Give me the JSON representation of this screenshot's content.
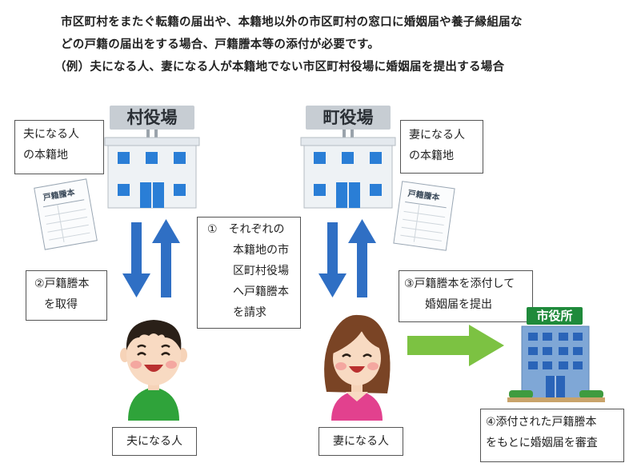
{
  "header": {
    "line1": "市区町村をまたぐ転籍の届出や、本籍地以外の市区町村の窓口に婚姻届や養子縁組届な",
    "line2": "どの戸籍の届出をする場合、戸籍謄本等の添付が必要です。",
    "line3": "（例）夫になる人、妻になる人が本籍地でない市区町村役場に婚姻届を提出する場合"
  },
  "village_office": {
    "sign": "村役場"
  },
  "town_office": {
    "sign": "町役場"
  },
  "city_office": {
    "sign": "市役所"
  },
  "husband_domicile": {
    "line1": "夫になる人",
    "line2": "の本籍地"
  },
  "wife_domicile": {
    "line1": "妻になる人",
    "line2": "の本籍地"
  },
  "step1": {
    "lines": [
      "①　それぞれの",
      "本籍地の市",
      "区町村役場",
      "へ戸籍謄本",
      "を請求"
    ]
  },
  "step2": {
    "line1": "②戸籍謄本",
    "line2": "を取得"
  },
  "step3": {
    "line1": "③戸籍謄本を添付して",
    "line2": "婚姻届を提出"
  },
  "step4": {
    "line1": "④添付された戸籍謄本",
    "line2": "をもとに婚姻届を審査"
  },
  "document": {
    "title": "戸籍謄本"
  },
  "husband": {
    "label": "夫になる人"
  },
  "wife": {
    "label": "妻になる人"
  },
  "colors": {
    "arrow_blue": "#2f6fc4",
    "arrow_green": "#7cc242",
    "husband_shirt": "#2fa33a",
    "wife_shirt": "#e2418e",
    "building_window": "#2a7ed6"
  }
}
